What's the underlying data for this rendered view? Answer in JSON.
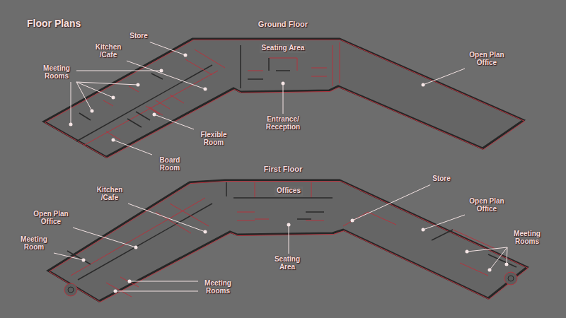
{
  "diagram": {
    "title": "Floor Plans",
    "labels": [
      "Ground Floor",
      "Store",
      "Kitchen /Cafe",
      "Meeting Rooms",
      "Seating Area",
      "Open Plan Office",
      "Entrance/ Reception",
      "Flexible Room",
      "Board Room",
      "First Floor",
      "Kitchen /Cafe",
      "Offices",
      "Store",
      "Open Plan Office",
      "Open Plan Office",
      "Meeting Room",
      "Seating Area",
      "Meeting Rooms",
      "Meeting Rooms"
    ]
  }
}
